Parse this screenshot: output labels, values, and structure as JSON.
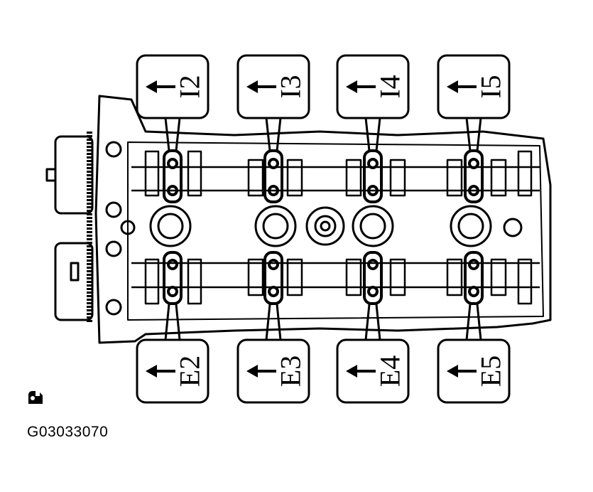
{
  "figure_code": "G03033070",
  "labels": {
    "intake": [
      "I2",
      "I3",
      "I4",
      "I5"
    ],
    "exhaust": [
      "E2",
      "E3",
      "E4",
      "E5"
    ]
  },
  "icons": {
    "arrow": "arrow-left-icon",
    "logo": "manual-logo-icon"
  }
}
